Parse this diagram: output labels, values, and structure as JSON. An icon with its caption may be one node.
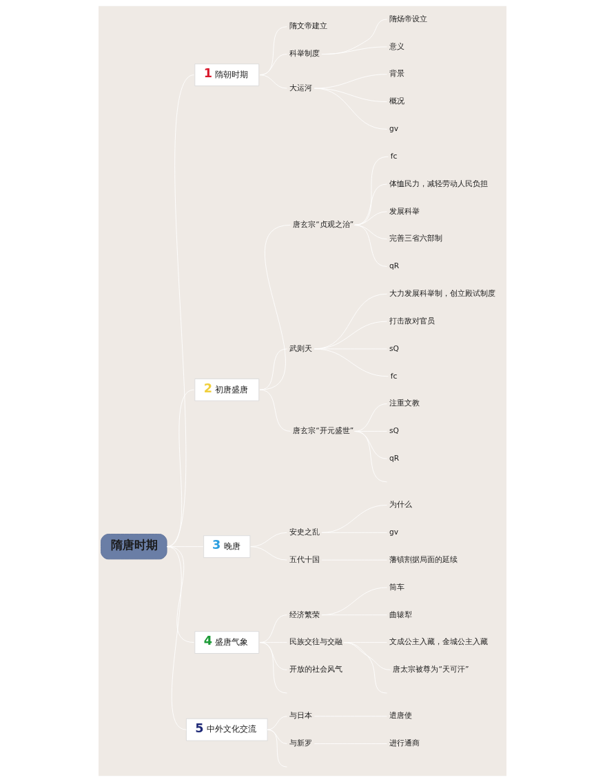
{
  "diagram": {
    "nodes": [
      {
        "text": [
          "隋唐时期"
        ]
      },
      {
        "text": [
          "1",
          "隋朝时期"
        ]
      },
      {
        "text": [
          "隋文帝建立"
        ]
      },
      {
        "text": [
          "科举制度"
        ]
      },
      {
        "text": [
          "隋炀帝设立"
        ]
      },
      {
        "text": [
          "意义"
        ]
      },
      {
        "text": [
          "大运河"
        ]
      },
      {
        "text": [
          "背景"
        ]
      },
      {
        "text": [
          "概况"
        ]
      },
      {
        "text": [
          "gv"
        ]
      },
      {
        "text": [
          "2",
          "初唐盛唐"
        ]
      },
      {
        "text": [
          "唐玄宗“贞观之治”"
        ]
      },
      {
        "text": [
          "fc"
        ]
      },
      {
        "text": [
          "体恤民力，减轻劳动人民负担"
        ]
      },
      {
        "text": [
          "发展科举"
        ]
      },
      {
        "text": [
          "完善三省六部制"
        ]
      },
      {
        "text": [
          "qR"
        ]
      },
      {
        "text": [
          "武则天"
        ]
      },
      {
        "text": [
          "大力发展科举制，创立殿试制度"
        ]
      },
      {
        "text": [
          "打击敌对官员"
        ]
      },
      {
        "text": [
          "sQ"
        ]
      },
      {
        "text": [
          "fc"
        ]
      },
      {
        "text": [
          "唐玄宗“开元盛世”"
        ]
      },
      {
        "text": [
          "注重文教"
        ]
      },
      {
        "text": [
          "sQ"
        ]
      },
      {
        "text": [
          "qR"
        ]
      },
      {
        "text": [
          "3",
          "晚唐"
        ]
      },
      {
        "text": [
          "安史之乱"
        ]
      },
      {
        "text": [
          "为什么"
        ]
      },
      {
        "text": [
          "gv"
        ]
      },
      {
        "text": [
          "五代十国"
        ]
      },
      {
        "text": [
          "藩镇割据局面的延续"
        ]
      },
      {
        "text": [
          "4",
          "盛唐气象"
        ]
      },
      {
        "text": [
          "经济繁荣"
        ]
      },
      {
        "text": [
          "筒车"
        ]
      },
      {
        "text": [
          "曲辕犁"
        ]
      },
      {
        "text": [
          "民族交往与交融"
        ]
      },
      {
        "text": [
          "文成公主入藏，金城公主入藏"
        ]
      },
      {
        "text": [
          "唐太宗被尊为“天可汗”"
        ]
      },
      {
        "text": [
          "开放的社会风气"
        ]
      },
      {
        "text": [
          "5",
          "中外文化交流"
        ]
      },
      {
        "text": [
          "与日本"
        ]
      },
      {
        "text": [
          "遣唐使"
        ]
      },
      {
        "text": [
          "与新罗"
        ]
      },
      {
        "text": [
          "进行通商"
        ]
      }
    ],
    "edges": [
      {
        "from": 0,
        "to": 1,
        "arrow": "none"
      },
      {
        "from": 1,
        "to": 2,
        "arrow": "none"
      },
      {
        "from": 1,
        "to": 3,
        "arrow": "none"
      },
      {
        "from": 3,
        "to": 4,
        "arrow": "none"
      },
      {
        "from": 3,
        "to": 5,
        "arrow": "none"
      },
      {
        "from": 1,
        "to": 6,
        "arrow": "none"
      },
      {
        "from": 6,
        "to": 7,
        "arrow": "none"
      },
      {
        "from": 6,
        "to": 8,
        "arrow": "none"
      },
      {
        "from": 6,
        "to": 9,
        "arrow": "none"
      },
      {
        "from": 0,
        "to": 10,
        "arrow": "none"
      },
      {
        "from": 10,
        "to": 11,
        "arrow": "none"
      },
      {
        "from": 11,
        "to": 12,
        "arrow": "none"
      },
      {
        "from": 11,
        "to": 13,
        "arrow": "none"
      },
      {
        "from": 11,
        "to": 14,
        "arrow": "none"
      },
      {
        "from": 11,
        "to": 15,
        "arrow": "none"
      },
      {
        "from": 11,
        "to": 16,
        "arrow": "none"
      },
      {
        "from": 10,
        "to": 17,
        "arrow": "none"
      },
      {
        "from": 17,
        "to": 18,
        "arrow": "none"
      },
      {
        "from": 17,
        "to": 19,
        "arrow": "none"
      },
      {
        "from": 17,
        "to": 20,
        "arrow": "none"
      },
      {
        "from": 17,
        "to": 21,
        "arrow": "none"
      },
      {
        "from": 10,
        "to": 22,
        "arrow": "none"
      },
      {
        "from": 22,
        "to": 23,
        "arrow": "none"
      },
      {
        "from": 22,
        "to": 24,
        "arrow": "none"
      },
      {
        "from": 22,
        "to": 25,
        "arrow": "none"
      },
      {
        "from": 22,
        "to": null,
        "arrow": "none"
      },
      {
        "from": 0,
        "to": 26,
        "arrow": "none"
      },
      {
        "from": 26,
        "to": 27,
        "arrow": "none"
      },
      {
        "from": 27,
        "to": 28,
        "arrow": "none"
      },
      {
        "from": 27,
        "to": 29,
        "arrow": "none"
      },
      {
        "from": 26,
        "to": 30,
        "arrow": "none"
      },
      {
        "from": 30,
        "to": 31,
        "arrow": "none"
      },
      {
        "from": 0,
        "to": 32,
        "arrow": "none"
      },
      {
        "from": 32,
        "to": 33,
        "arrow": "none"
      },
      {
        "from": 33,
        "to": 34,
        "arrow": "none"
      },
      {
        "from": 33,
        "to": 35,
        "arrow": "none"
      },
      {
        "from": 32,
        "to": 36,
        "arrow": "none"
      },
      {
        "from": 36,
        "to": 37,
        "arrow": "none"
      },
      {
        "from": 36,
        "to": 38,
        "arrow": "none"
      },
      {
        "from": 36,
        "to": null,
        "arrow": "none"
      },
      {
        "from": 32,
        "to": 39,
        "arrow": "none"
      },
      {
        "from": 32,
        "to": null,
        "arrow": "none"
      },
      {
        "from": 0,
        "to": 40,
        "arrow": "none"
      },
      {
        "from": 40,
        "to": 41,
        "arrow": "none"
      },
      {
        "from": 41,
        "to": 42,
        "arrow": "none"
      },
      {
        "from": 40,
        "to": 43,
        "arrow": "none"
      },
      {
        "from": 43,
        "to": 44,
        "arrow": "none"
      },
      {
        "from": 40,
        "to": null,
        "arrow": "none"
      }
    ]
  }
}
